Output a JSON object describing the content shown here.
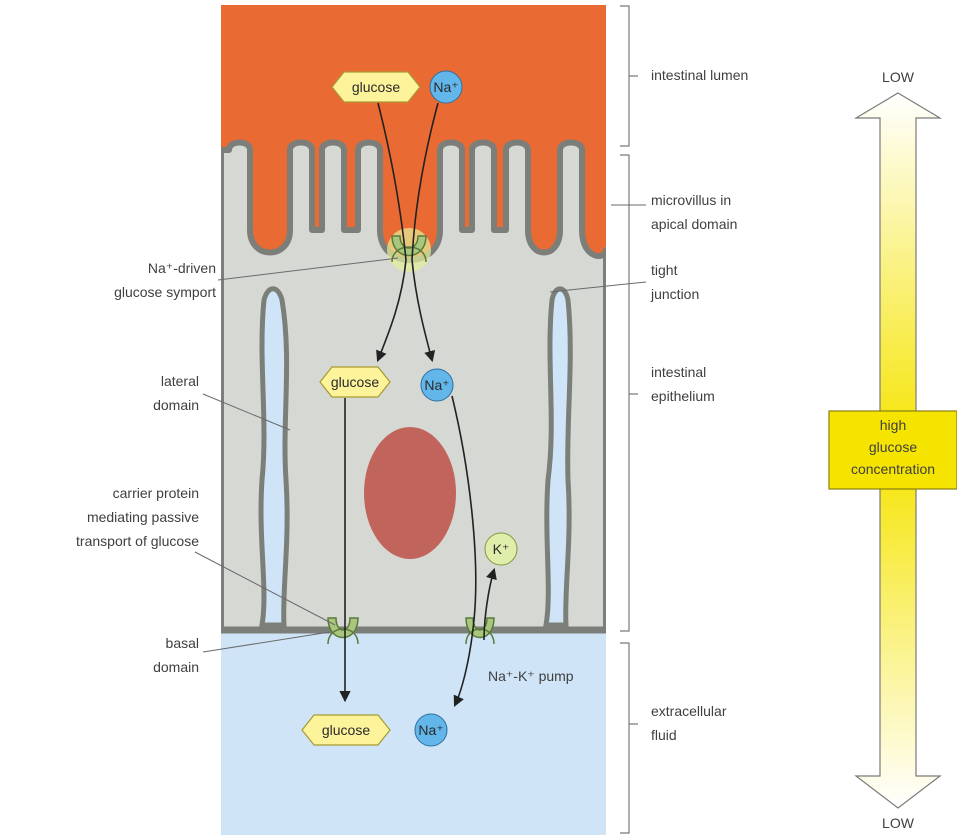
{
  "molecules": {
    "glucose": "glucose",
    "sodium": "Na⁺",
    "potassium": "K⁺"
  },
  "labels": {
    "symport_line1": "Na⁺-driven",
    "symport_line2": "glucose symport",
    "lateral_line1": "lateral",
    "lateral_line2": "domain",
    "carrier_line1": "carrier protein",
    "carrier_line2": "mediating passive",
    "carrier_line3": "transport of glucose",
    "basal_line1": "basal",
    "basal_line2": "domain",
    "pump": "Na⁺-K⁺ pump",
    "lumen": "intestinal lumen",
    "microvillus_line1": "microvillus in",
    "microvillus_line2": "apical domain",
    "tight_line1": "tight",
    "tight_line2": "junction",
    "epithelium_line1": "intestinal",
    "epithelium_line2": "epithelium",
    "fluid_line1": "extracellular",
    "fluid_line2": "fluid"
  },
  "gradient": {
    "top_label": "LOW",
    "bottom_label": "LOW",
    "box_line1": "high",
    "box_line2": "glucose",
    "box_line3": "concentration"
  },
  "colors": {
    "lumen": "#ea6a33",
    "cytoplasm": "#d6d8d3",
    "membrane": "#7c7e7a",
    "extracellular": "#cfe5f7",
    "nucleus": "#c0645c",
    "glucose": "#fdf39a",
    "sodium": "#63b6ea",
    "potassium": "#dfeeaa",
    "transporter": "#a9c77c",
    "gradient_high": "#f5e400"
  }
}
